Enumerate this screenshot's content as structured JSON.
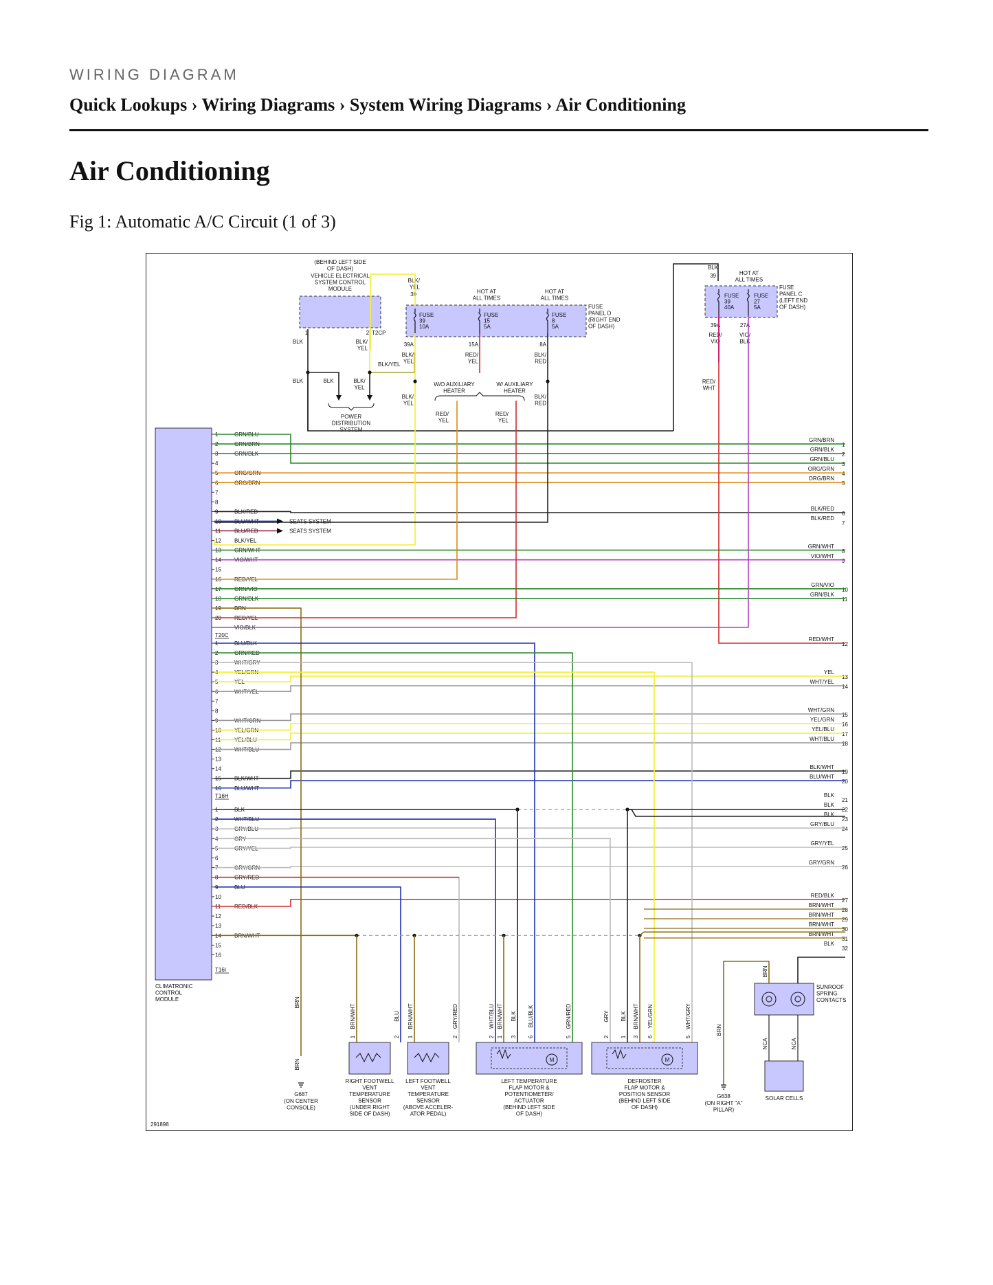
{
  "header": {
    "section_label": "WIRING DIAGRAM",
    "breadcrumb": [
      {
        "label": "Quick Lookups",
        "sep": " › "
      },
      {
        "label": "Wiring Diagrams",
        "sep": " › "
      },
      {
        "label": "System Wiring Diagrams",
        "sep": " › "
      },
      {
        "label": "Air Conditioning",
        "sep": ""
      }
    ]
  },
  "page_title": "Air Conditioning",
  "figure_caption": "Fig 1: Automatic A/C Circuit (1 of 3)",
  "diagram": {
    "id_code": "291898",
    "colors": {
      "module_fill": "#c8c8ff",
      "BLK": "#222222",
      "GRN": "#2a8a2a",
      "BLU": "#1f2fb0",
      "BRN": "#8a6a10",
      "ORG": "#e08a10",
      "RED": "#d22a2a",
      "YEL": "#f2ee30",
      "VIO": "#b040c0",
      "WHT": "#999999",
      "GRY": "#bbbbbb"
    },
    "module": {
      "name": "CLIMATRONIC\nCONTROL\nMODULE",
      "connectors": {
        "T20C": [
          {
            "pin": "1",
            "wire": "GRN/BLU"
          },
          {
            "pin": "2",
            "wire": "GRN/BRN"
          },
          {
            "pin": "3",
            "wire": "GRN/BLK"
          },
          {
            "pin": "4",
            "wire": ""
          },
          {
            "pin": "5",
            "wire": "ORG/GRN"
          },
          {
            "pin": "6",
            "wire": "ORG/BRN"
          },
          {
            "pin": "7",
            "wire": ""
          },
          {
            "pin": "8",
            "wire": ""
          },
          {
            "pin": "9",
            "wire": "BLK/RED"
          },
          {
            "pin": "10",
            "wire": "BLU/WHT"
          },
          {
            "pin": "11",
            "wire": "BLU/RED"
          },
          {
            "pin": "12",
            "wire": "BLK/YEL"
          },
          {
            "pin": "13",
            "wire": "GRN/WHT"
          },
          {
            "pin": "14",
            "wire": "VIO/WHT"
          },
          {
            "pin": "15",
            "wire": ""
          },
          {
            "pin": "16",
            "wire": "RED/YEL"
          },
          {
            "pin": "17",
            "wire": "GRN/VIO"
          },
          {
            "pin": "18",
            "wire": "GRN/BLK"
          },
          {
            "pin": "19",
            "wire": "BRN"
          },
          {
            "pin": "20",
            "wire": "RED/YEL"
          },
          {
            "pin": "",
            "wire": "VIO/BLK"
          }
        ],
        "T16H": [
          {
            "pin": "1",
            "wire": "BLU/BLK"
          },
          {
            "pin": "2",
            "wire": "GRN/RED"
          },
          {
            "pin": "3",
            "wire": "WHT/GRY"
          },
          {
            "pin": "4",
            "wire": "YEL/GRN"
          },
          {
            "pin": "5",
            "wire": "YEL"
          },
          {
            "pin": "6",
            "wire": "WHT/YEL"
          },
          {
            "pin": "7",
            "wire": ""
          },
          {
            "pin": "8",
            "wire": ""
          },
          {
            "pin": "9",
            "wire": "WHT/GRN"
          },
          {
            "pin": "10",
            "wire": "YEL/GRN"
          },
          {
            "pin": "11",
            "wire": "YEL/BLU"
          },
          {
            "pin": "12",
            "wire": "WHT/BLU"
          },
          {
            "pin": "13",
            "wire": ""
          },
          {
            "pin": "14",
            "wire": ""
          },
          {
            "pin": "15",
            "wire": "BLK/WHT"
          },
          {
            "pin": "16",
            "wire": "BLU/WHT"
          }
        ],
        "T16I": [
          {
            "pin": "1",
            "wire": "BLK"
          },
          {
            "pin": "2",
            "wire": "WHT/BLU"
          },
          {
            "pin": "3",
            "wire": "GRY/BLU"
          },
          {
            "pin": "4",
            "wire": "GRY"
          },
          {
            "pin": "5",
            "wire": "GRY/YEL"
          },
          {
            "pin": "6",
            "wire": ""
          },
          {
            "pin": "7",
            "wire": "GRY/GRN"
          },
          {
            "pin": "8",
            "wire": "GRY/RED"
          },
          {
            "pin": "9",
            "wire": "BLU"
          },
          {
            "pin": "10",
            "wire": ""
          },
          {
            "pin": "11",
            "wire": "RED/BLK"
          },
          {
            "pin": "12",
            "wire": ""
          },
          {
            "pin": "13",
            "wire": ""
          },
          {
            "pin": "14",
            "wire": "BRN/WHT"
          },
          {
            "pin": "15",
            "wire": ""
          },
          {
            "pin": "16",
            "wire": ""
          }
        ]
      }
    },
    "right_edge": [
      {
        "label": "GRN/BRN",
        "num": "1"
      },
      {
        "label": "GRN/BLK",
        "num": "2"
      },
      {
        "label": "GRN/BLU",
        "num": "3"
      },
      {
        "label": "ORG/GRN",
        "num": "4"
      },
      {
        "label": "ORG/BRN",
        "num": "5"
      },
      {
        "label": "BLK/RED",
        "num": "6"
      },
      {
        "label": "BLK/RED",
        "num": "7"
      },
      {
        "label": "GRN/WHT",
        "num": "8"
      },
      {
        "label": "VIO/WHT",
        "num": "9"
      },
      {
        "label": "GRN/VIO",
        "num": "10"
      },
      {
        "label": "GRN/BLK",
        "num": "11"
      },
      {
        "label": "RED/WHT",
        "num": "12"
      },
      {
        "label": "YEL",
        "num": "13"
      },
      {
        "label": "WHT/YEL",
        "num": "14"
      },
      {
        "label": "WHT/GRN",
        "num": "15"
      },
      {
        "label": "YEL/GRN",
        "num": "16"
      },
      {
        "label": "YEL/BLU",
        "num": "17"
      },
      {
        "label": "WHT/BLU",
        "num": "18"
      },
      {
        "label": "BLK/WHT",
        "num": "19"
      },
      {
        "label": "BLU/WHT",
        "num": "20"
      },
      {
        "label": "BLK",
        "num": "21"
      },
      {
        "label": "BLK",
        "num": "22"
      },
      {
        "label": "BLK",
        "num": "23"
      },
      {
        "label": "GRY/BLU",
        "num": "24"
      },
      {
        "label": "GRY/YEL",
        "num": "25"
      },
      {
        "label": "GRY/GRN",
        "num": "26"
      },
      {
        "label": "RED/BLK",
        "num": "27"
      },
      {
        "label": "BRN/WHT",
        "num": "28"
      },
      {
        "label": "BRN/WHT",
        "num": "29"
      },
      {
        "label": "BRN/WHT",
        "num": "30"
      },
      {
        "label": "BRN/WHT",
        "num": "31"
      },
      {
        "label": "BLK",
        "num": "32"
      }
    ],
    "vesc": {
      "location": "(BEHIND LEFT SIDE\nOF DASH)",
      "name": "VEHICLE ELECTRICAL\nSYSTEM CONTROL\nMODULE",
      "connector": "T2CP",
      "pin1": "1",
      "pin2": "2",
      "w1": "BLK",
      "w2": "BLK/\nYEL",
      "w_branch": "BLK/YEL",
      "low_a": "BLK",
      "low_b": "BLK",
      "low_c": "BLK/\nYEL"
    },
    "power_distribution": "POWER\nDISTRIBUTION\nSYSTEM",
    "seats_system": "SEATS SYSTEM",
    "fuse_panel_d": {
      "label": "FUSE\nPANEL D\n(RIGHT END\nOF DASH)",
      "top_wire": "BLK/\nYEL",
      "top_num": "39",
      "hot_1": "HOT AT\nALL TIMES",
      "hot_2": "HOT AT\nALL TIMES",
      "fuses": [
        {
          "label": "FUSE\n39\n10A",
          "out": "39A",
          "wire": "BLK/\nYEL",
          "wire2": "BLK/\nYEL"
        },
        {
          "label": "FUSE\n15\n5A",
          "out": "15A",
          "wire": "RED/\nYEL",
          "wire2": ""
        },
        {
          "label": "FUSE\n8\n5A",
          "out": "8A",
          "wire": "BLK/\nRED",
          "wire2": "BLK/\nRED"
        }
      ],
      "wo_aux": "W/O AUXILIARY\nHEATER",
      "w_aux": "W/ AUXILIARY\nHEATER",
      "red_yel_1": "RED/\nYEL",
      "red_yel_2": "RED/\nYEL"
    },
    "fuse_panel_c": {
      "label": "FUSE\nPANEL C\n(LEFT END\nOF DASH)",
      "top_wire": "BLK",
      "top_num": "39",
      "hot": "HOT AT\nALL TIMES",
      "fuses": [
        {
          "label": "FUSE\n39\n40A",
          "out": "39A",
          "wire": "RED/\nVIO"
        },
        {
          "label": "FUSE\n27\n5A",
          "out": "27A",
          "wire": "VIO/\nBLK"
        }
      ],
      "lower_wire": "RED/\nWHT"
    },
    "components": [
      {
        "name": "RIGHT FOOTWELL\nVENT\nTEMPERATURE\nSENSOR\n(UNDER RIGHT\nSIDE OF DASH)",
        "wires": [
          "BRN/WHT",
          "BLU"
        ],
        "pins": [
          "1",
          "2"
        ]
      },
      {
        "name": "LEFT FOOTWELL\nVENT\nTEMPERATURE\nSENSOR\n(ABOVE ACCELER-\nATOR PEDAL)",
        "wires": [
          "BRN/WHT",
          "GRY/RED"
        ],
        "pins": [
          "1",
          "2"
        ]
      },
      {
        "name": "LEFT TEMPERATURE\nFLAP MOTOR &\nPOTENTIOMETER/\nACTUATOR\n(BEHIND LEFT SIDE\nOF DASH)",
        "wires": [
          "WHT/BLU",
          "BRN/WHT",
          "BLK",
          "BLU/BLK",
          "GRN/RED"
        ],
        "pins": [
          "2",
          "1",
          "3",
          "6",
          "5"
        ]
      },
      {
        "name": "DEFROSTER\nFLAP MOTOR &\nPOSITION SENSOR\n(BEHIND LEFT SIDE\nOF DASH)",
        "wires": [
          "GRY",
          "BLK",
          "BRN/WHT",
          "YEL/GRN",
          "WHT/GRY"
        ],
        "pins": [
          "2",
          "1",
          "3",
          "6",
          "5"
        ]
      },
      {
        "name": "SOLAR CELLS",
        "wires": [
          "NCA",
          "NCA"
        ],
        "pins": []
      }
    ],
    "sunroof": {
      "name": "SUNROOF\nSPRING\nCONTACTS",
      "wire": "BRN"
    },
    "grounds": [
      {
        "id": "G687",
        "loc": "(ON CENTER\nCONSOLE)",
        "wire": "BRN"
      },
      {
        "id": "G638",
        "loc": "(ON RIGHT \"A\"\nPILLAR)",
        "wire": "BRN"
      }
    ],
    "motor_symbol": "M"
  }
}
